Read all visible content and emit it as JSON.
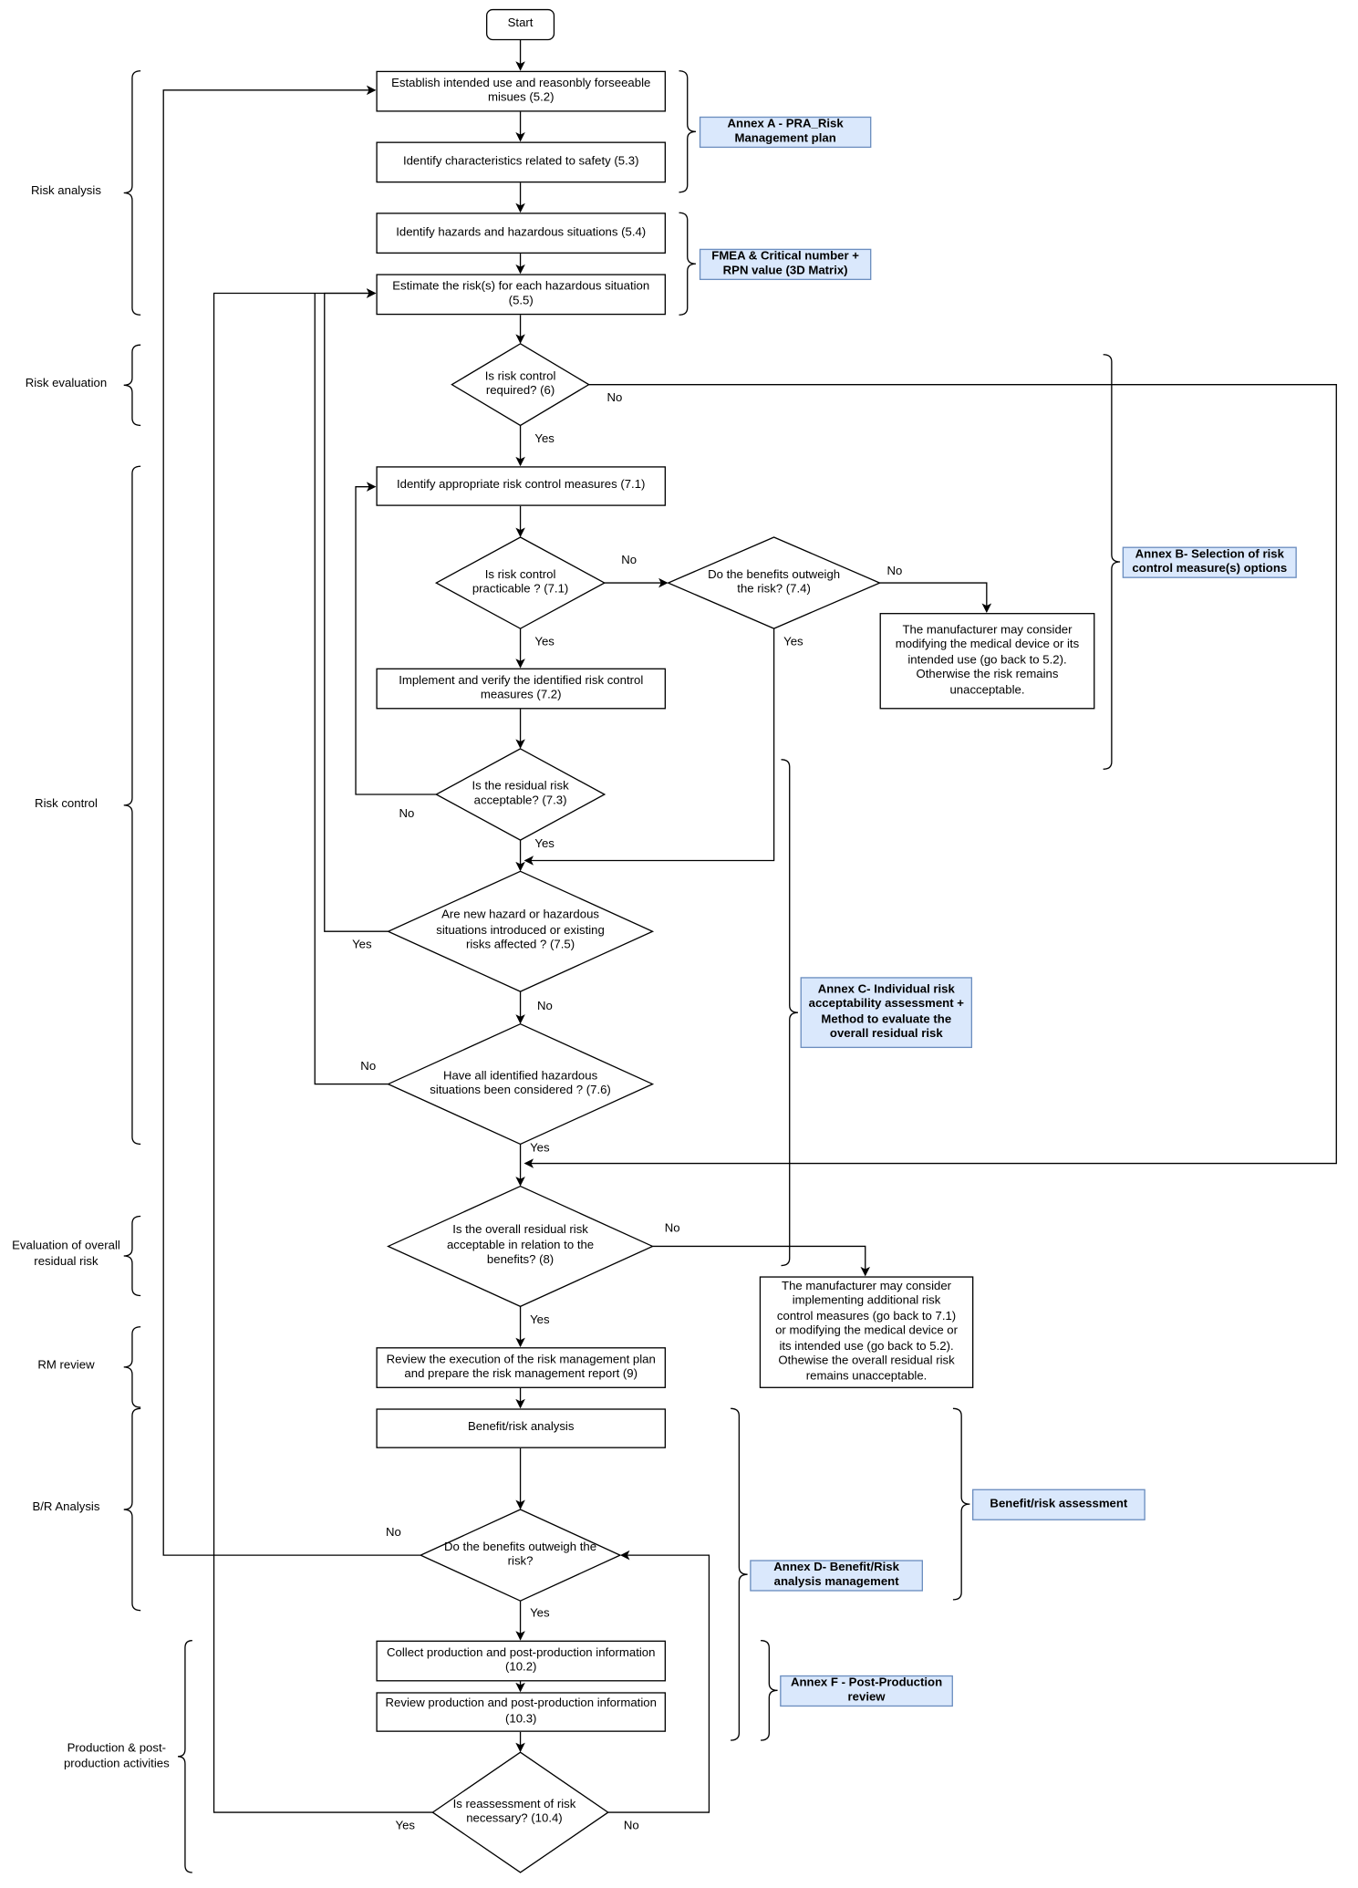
{
  "start": "Start",
  "steps": {
    "s52": "Establish intended use and reasonbly forseeable misues (5.2)",
    "s53": "Identify characteristics related to safety (5.3)",
    "s54": "Identify hazards and hazardous situations (5.4)",
    "s55": "Estimate the risk(s) for each hazardous situation (5.5)",
    "s71": "Identify appropriate risk control measures (7.1)",
    "s72": "Implement and verify the identified risk control measures (7.2)",
    "modify": "The manufacturer may consider modifying the medical device or its intended use (go back to 5.2). Otherwise the risk remains unacceptable.",
    "additional": "The manufacturer may consider implementing additional risk control measures (go back to 7.1) or modifying the medical device or its intended use (go back to 5.2). Othewise the overall residual risk remains unacceptable.",
    "s9": "Review the execution of the risk management plan and prepare the risk management report (9)",
    "br": "Benefit/risk analysis",
    "s102": "Collect production and post-production information (10.2)",
    "s103": "Review production and post-production information (10.3)"
  },
  "decisions": {
    "d6": "Is risk control required? (6)",
    "d71": "Is risk control practicable ? (7.1)",
    "d74": "Do the benefits outweigh the risk? (7.4)",
    "d73": "Is the residual risk acceptable? (7.3)",
    "d75": "Are new hazard or hazardous situations introduced or existing risks affected ? (7.5)",
    "d76": "Have all identified hazardous situations been considered ? (7.6)",
    "d8": "Is the overall residual risk acceptable in relation to the benefits? (8)",
    "dbr": "Do the benefits outweigh the risk?",
    "d104": "Is reassessment of risk necessary? (10.4)"
  },
  "edge_labels": {
    "yes": "Yes",
    "no": "No"
  },
  "annexes": {
    "a": "Annex A - PRA_Risk Management plan",
    "fmea": "FMEA & Critical number + RPN value (3D Matrix)",
    "b": "Annex B- Selection of risk control measure(s) options",
    "c": "Annex C- Individual risk acceptability assessment + Method to evaluate the overall residual risk",
    "bra": "Benefit/risk assessment",
    "d": "Annex D- Benefit/Risk analysis management",
    "f": "Annex F - Post-Production review"
  },
  "phases": {
    "analysis": "Risk analysis",
    "evaluation": "Risk evaluation",
    "control": "Risk control",
    "overall": "Evaluation of overall residual risk",
    "rm": "RM review",
    "br": "B/R Analysis",
    "prod": "Production & post-production activities"
  },
  "colors": {
    "annex_fill": "#dae8fc",
    "annex_stroke": "#6c8ebf"
  }
}
